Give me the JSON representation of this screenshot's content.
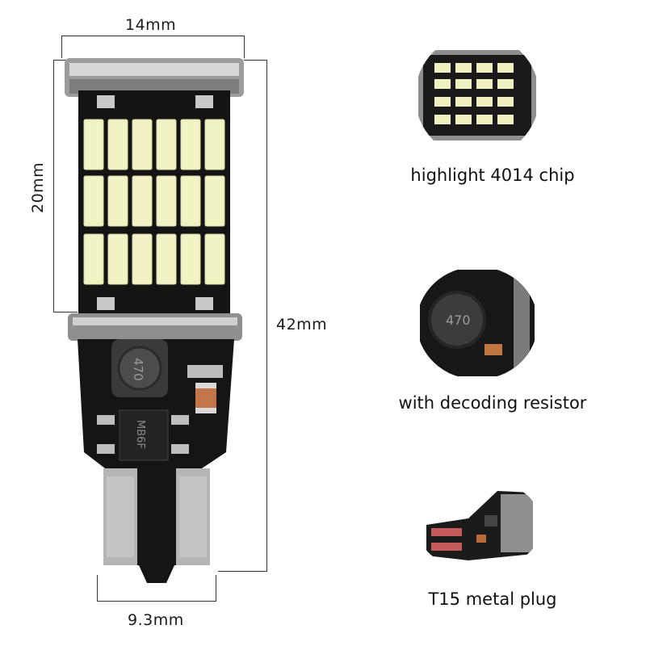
{
  "dimensions": {
    "width_top": "14mm",
    "height_led": "20mm",
    "height_total": "42mm",
    "width_base": "9.3mm"
  },
  "components": {
    "resistor_marking": "470",
    "rectifier_marking": "MB6F"
  },
  "features": [
    {
      "caption": "highlight 4014 chip",
      "icon": "led-chip-closeup"
    },
    {
      "caption": "with decoding resistor",
      "icon": "resistor-closeup"
    },
    {
      "caption": "T15 metal plug",
      "icon": "plug-closeup"
    }
  ],
  "colors": {
    "pcb": "#1a1a1a",
    "led": "#f2f3c4",
    "metal": "#b8b8b8",
    "background": "#ffffff"
  }
}
